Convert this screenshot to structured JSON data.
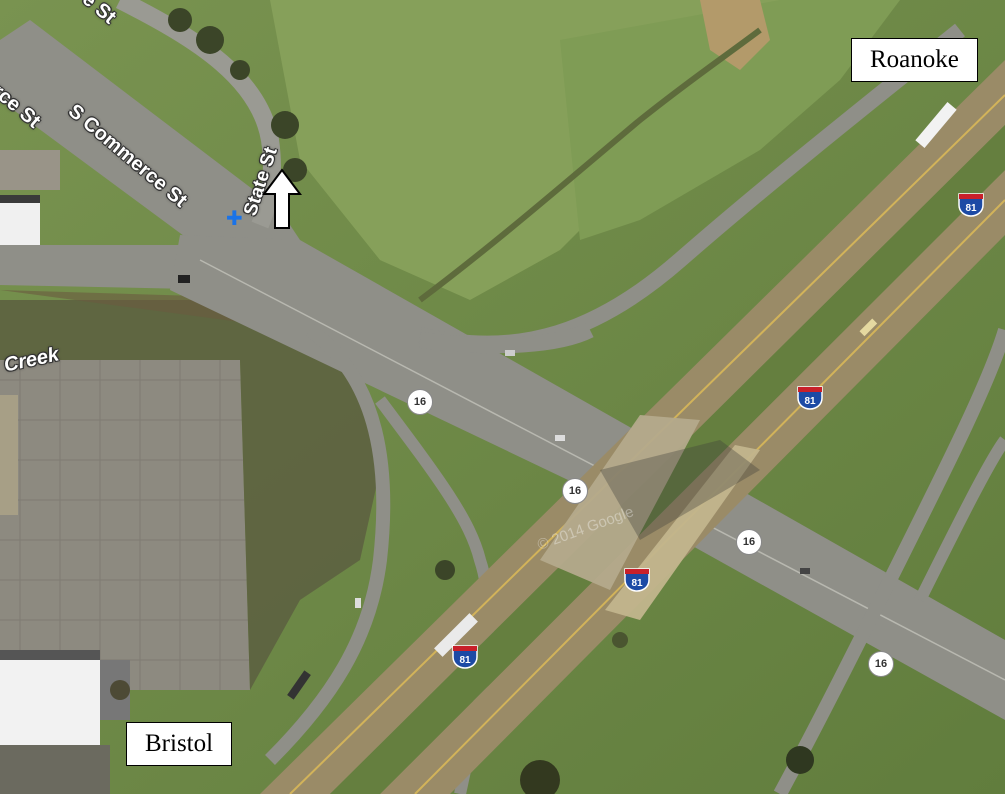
{
  "map": {
    "labels": {
      "state_st_top": "e St",
      "s_commerce_left": "rce St",
      "s_commerce_main": "S Commerce St",
      "state_st": "State St",
      "creek": "Creek"
    },
    "cities": {
      "roanoke": "Roanoke",
      "bristol": "Bristol"
    },
    "shields": {
      "interstate": "81",
      "route": "16"
    },
    "watermark": "© 2014 Google",
    "colors": {
      "interstate_blue": "#1c4aa5",
      "interstate_red": "#c8202a",
      "grass": "#6f8a4a",
      "road": "#8f8f88"
    },
    "icons": {
      "poi": "place-marker-icon",
      "arrow": "up-arrow-icon"
    }
  }
}
